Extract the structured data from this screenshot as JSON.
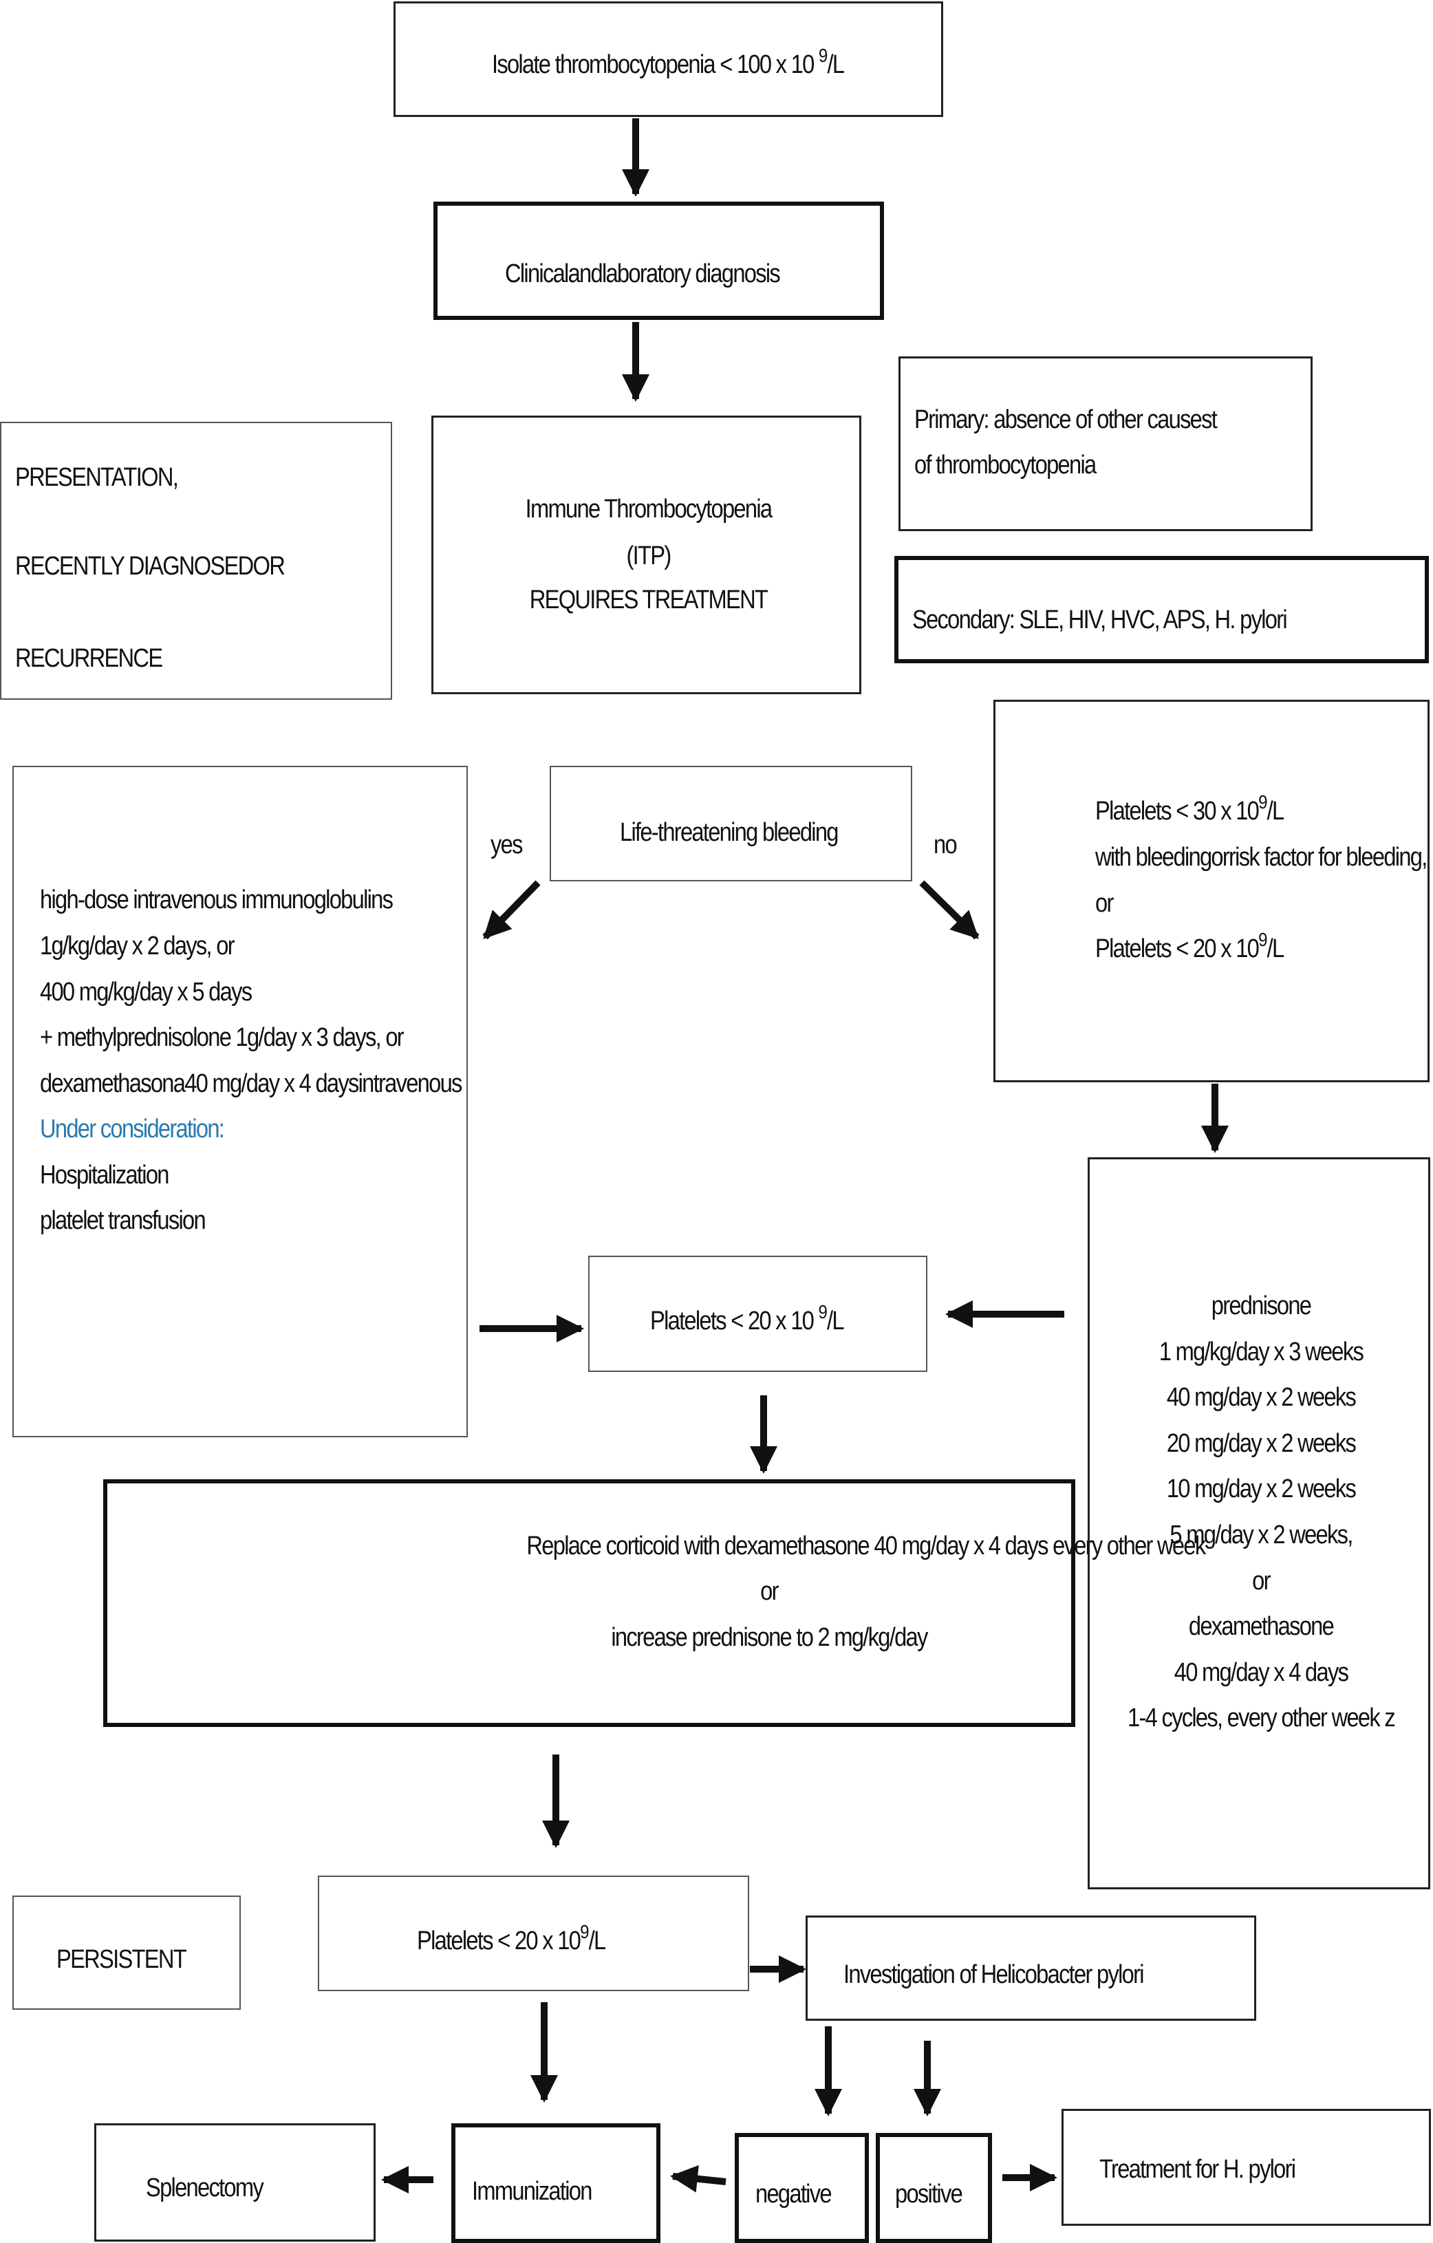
{
  "colors": {
    "highlight": "#2a7ab0",
    "border": "#222222"
  },
  "nodes": {
    "isolate": {
      "text": "Isolate thrombocytopenia  < 100 x 10 ",
      "sup": "9",
      "tail": "/L"
    },
    "clinical": {
      "text": "Clinicalandlaboratory  diagnosis"
    },
    "presentation": {
      "l1": "PRESENTATION,",
      "l2": "RECENTLY DIAGNOSEDOR",
      "l3": "RECURRENCE"
    },
    "itp": {
      "l1": "Immune Thrombocytopenia",
      "l2": "(ITP)",
      "l3": "REQUIRES TREATMENT"
    },
    "primary": {
      "l1": "Primary: absence of other causest",
      "l2": "of thrombocytopenia"
    },
    "secondary": {
      "text": "Secondary: SLE, HIV, HVC, APS, H. pylori"
    },
    "bleeding": {
      "text": "Life-threatening bleeding"
    },
    "yes_label": "yes",
    "no_label": "no",
    "high_dose": {
      "l1": "high-dose intravenous immunoglobulins",
      "l2": "1g/kg/day x 2 days, or",
      "l3": "400 mg/kg/day x 5 days",
      "l4": "+ methylprednisolone 1g/day x 3 days, or",
      "l5": "dexamethasona40 mg/day x 4 daysintravenous",
      "l6": "Under consideration:",
      "l7": "Hospitalization",
      "l8": "platelet transfusion"
    },
    "platelets_30": {
      "l1a": "Platelets < 30 x 10",
      "l1sup": "9",
      "l1b": "/L",
      "l2": "with bleedingorrisk factor for bleeding,",
      "l3": "or",
      "l4a": "Platelets < 20 x 10",
      "l4sup": "9",
      "l4b": "/L"
    },
    "platelets_mid": {
      "a": "Platelets < 20 x 10 ",
      "sup": "9",
      "b": "/L"
    },
    "prednisone": {
      "l1": "prednisone",
      "l2": "1 mg/kg/day x 3 weeks",
      "l3": "40 mg/day x 2 weeks",
      "l4": "20 mg/day x 2 weeks",
      "l5": "10 mg/day x 2 weeks",
      "l6": "5 mg/day x 2 weeks,",
      "l7": "or",
      "l8": "dexamethasone",
      "l9": "40 mg/day x 4 days",
      "l10": "1-4 cycles, every other week  z"
    },
    "replace": {
      "l1": "Replace corticoid with dexamethasone 40 mg/day x 4 days every other week",
      "l2": "or",
      "l3": "increase prednisone to 2 mg/kg/day"
    },
    "persistent": {
      "text": "PERSISTENT"
    },
    "platelets_low": {
      "a": "Platelets < 20 x 10",
      "sup": "9",
      "b": "/L"
    },
    "helicobacter": {
      "text": "Investigation of Helicobacter pylori"
    },
    "splenectomy": {
      "text": "Splenectomy"
    },
    "immunization": {
      "text": "Immunization"
    },
    "negative": {
      "text": "negative"
    },
    "positive": {
      "text": "positive"
    },
    "treatment": {
      "text": "Treatment for H. pylori"
    }
  }
}
